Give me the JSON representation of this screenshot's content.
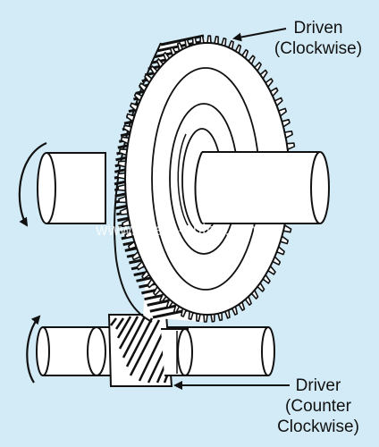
{
  "labels": {
    "driven_line1": "Driven",
    "driven_line2": "(Clockwise)",
    "driver_line1": "Driver",
    "driver_line2": "(Counter",
    "driver_line3": "Clockwise)"
  },
  "watermark": "www.gears-china.com",
  "colors": {
    "background": "#d3ebf6",
    "outline": "#111111",
    "fill": "#ffffff",
    "watermark": "#ffffff"
  }
}
